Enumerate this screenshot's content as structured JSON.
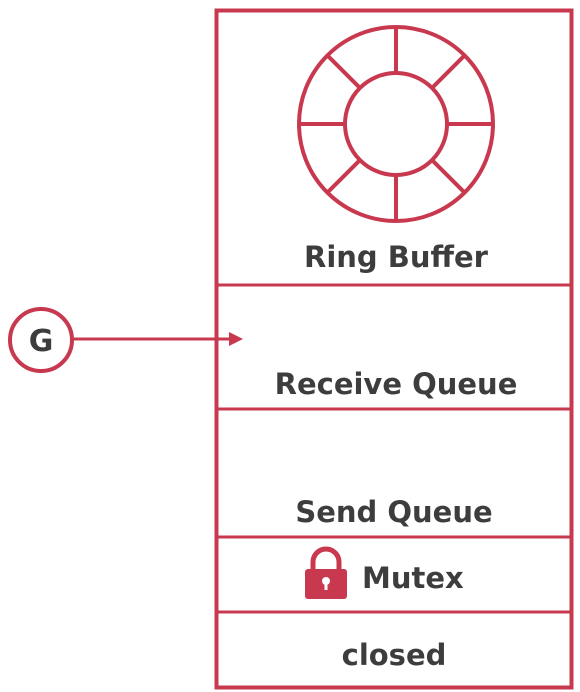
{
  "accent_color": "#c8384f",
  "text_color": "#3d3d3d",
  "goroutine": {
    "label": "G"
  },
  "sections": {
    "ring_buffer": {
      "label": "Ring Buffer"
    },
    "receive_queue": {
      "label": "Receive Queue"
    },
    "send_queue": {
      "label": "Send Queue"
    },
    "mutex": {
      "label": "Mutex",
      "icon": "lock-icon"
    },
    "closed": {
      "label": "closed"
    }
  }
}
